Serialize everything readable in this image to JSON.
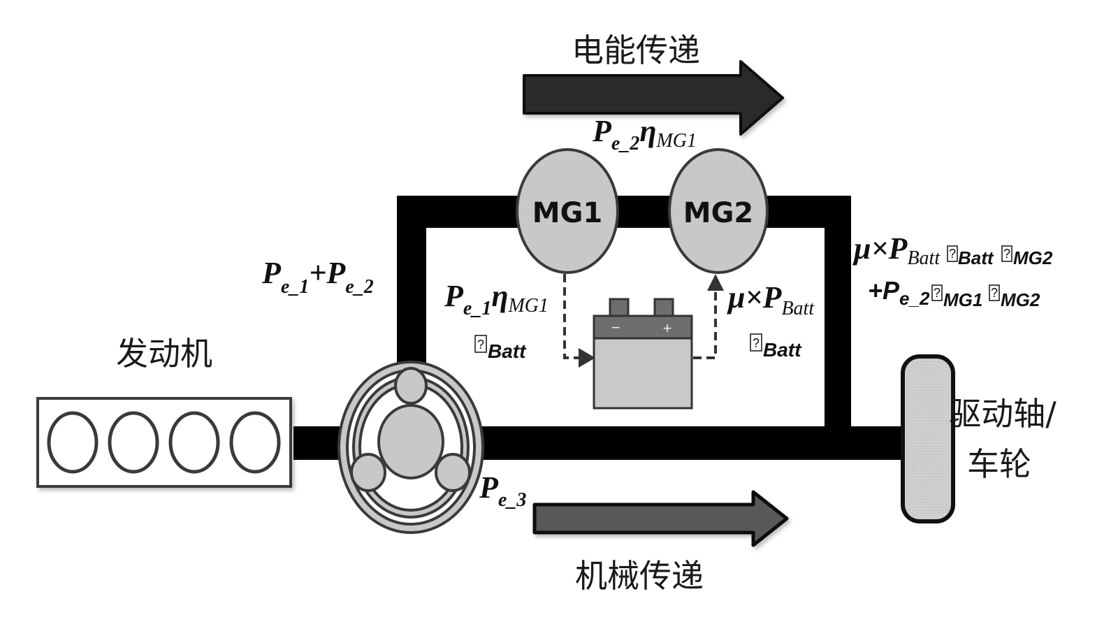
{
  "diagram": {
    "title": "Hybrid power-split power flow",
    "labels": {
      "electric_transfer": "电能传递",
      "mechanical_transfer": "机械传递",
      "engine": "发动机",
      "drive_shaft_line1": "驱动轴/",
      "drive_shaft_line2": "车轮",
      "mg1": "MG1",
      "mg2": "MG2"
    },
    "formulas": {
      "pe1_plus_pe2": {
        "P1": "P",
        "s1": "e_1",
        "plus": "+",
        "P2": "P",
        "s2": "e_2"
      },
      "pe2_eta_mg1": {
        "P": "P",
        "s": "e_2",
        "eta": "η",
        "s2": "MG1"
      },
      "pe1_eta_mg1": {
        "P": "P",
        "s": "e_1",
        "eta": "η",
        "s2": "MG1"
      },
      "eta_batt_left": {
        "glyph": "?",
        "s": "Batt"
      },
      "mu_pbatt_mid": {
        "mu": "μ×",
        "P": "P",
        "s": "Batt"
      },
      "eta_batt_right": {
        "glyph": "?",
        "s": "Batt"
      },
      "output_line1": {
        "mu": "μ×",
        "P": "P",
        "s1": "Batt",
        "g1": "?",
        "s2": "Batt",
        "g2": "?",
        "s3": "MG2"
      },
      "output_line2": {
        "plus": "+",
        "P": "P",
        "s1": "e_2",
        "g1": "?",
        "s2": "MG1",
        "g2": "?",
        "s3": "MG2"
      },
      "pe3": {
        "P": "P",
        "s": "e_3"
      }
    },
    "battery": {
      "minus": "−",
      "plus": "+"
    },
    "engine_cylinders": 4,
    "colors": {
      "shaft": "#000000",
      "component_fill": "#c8c8c8",
      "component_stroke": "#3a3a3a",
      "electric_arrow": "#2b2b2b",
      "mechanical_arrow": "#595959",
      "battery_top": "#6e6e6e",
      "battery_body": "#c9c9c9"
    }
  }
}
